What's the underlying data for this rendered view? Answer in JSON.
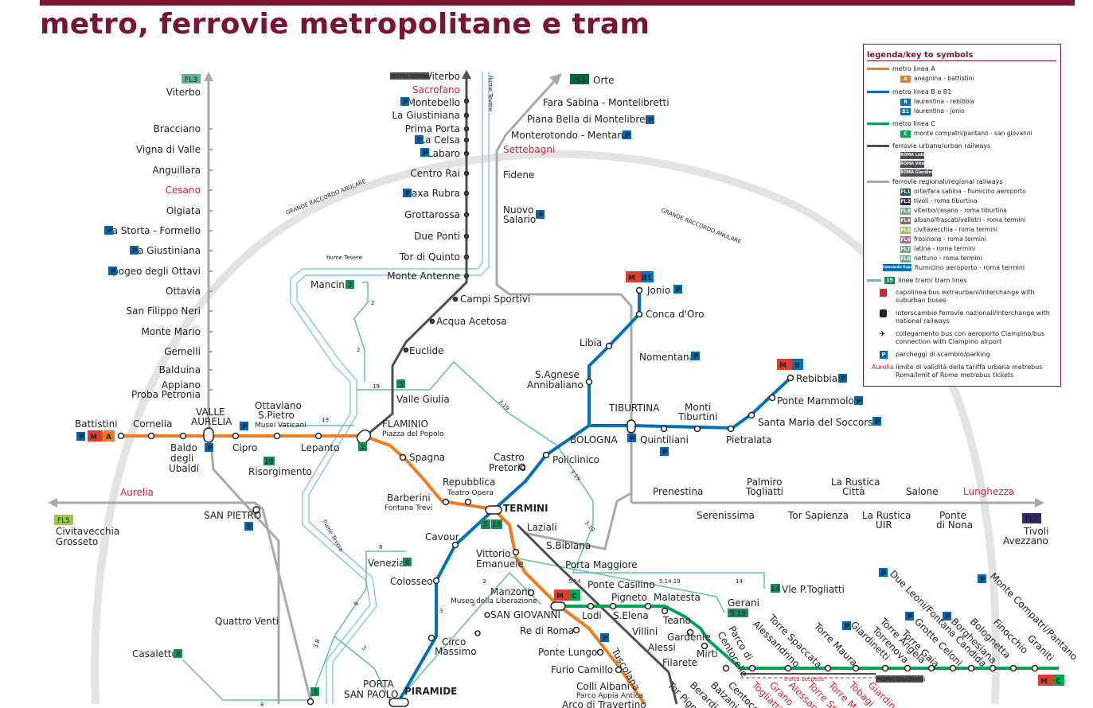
{
  "header": {
    "title": "metro, ferrovie metropolitane e tram"
  },
  "colors": {
    "brand": "#7a1530",
    "metro_a": "#f07c21",
    "metro_b": "#0072bc",
    "metro_c": "#00a651",
    "urban": "#4d4d52",
    "regional": "#a7a9ac",
    "tram": "#5ec3a1",
    "river": "#8cc8ea",
    "gra": "#e2e2e2",
    "parking": "#0069b4",
    "red_label": "#d9232d"
  },
  "gra_labels": {
    "left": "GRANDE RACCORDO ANULARE",
    "right": "GRANDE RACCORDO ANULARE"
  },
  "river_labels": [
    "fiume Tevere",
    "fiume Tevere",
    "fiume Tevere"
  ],
  "badges": {
    "fl1": "FL1",
    "fl2": "FL2",
    "fl3": "FL3",
    "fl5": "FL5",
    "ma": "A",
    "mb": "B",
    "mb1": "B1",
    "mc": "C",
    "m": "M",
    "p": "P",
    "roma_viterbo": "ROMA Viterbo",
    "roma_giardinetti": "ROMA Giardinetti",
    "tram_2": "2",
    "tram_3": "3",
    "tram_8": "8",
    "tram_19": "19",
    "tram_14": "14",
    "tram_5_19": "5 19",
    "tram_5": "5",
    "tram_514": "14"
  },
  "tram_route_labels": [
    "2",
    "2",
    "19",
    "19",
    "3.19",
    "3.19",
    "3.19",
    "5.14.19",
    "14",
    "5.14",
    "3",
    "3",
    "3",
    "8",
    "8",
    "3.8",
    "3",
    "8",
    "3"
  ],
  "stations_fl3": [
    "Viterbo",
    "Bracciano",
    "Vigna di Valle",
    "Anguillara",
    "Cesano",
    "Olgiata",
    "La Storta - Formello",
    "La Giustiniana",
    "Ipogeo degli Ottavi",
    "Ottavia",
    "San Filippo Neri",
    "Monte Mario",
    "Gemelli",
    "Balduina",
    "Appiano",
    "Proba Petronia"
  ],
  "stations_viterbo": [
    "Viterbo",
    "Sacrofano",
    "Montebello",
    "La Giustiniana",
    "Prima Porta",
    "La Celsa",
    "Labaro",
    "Centro Rai",
    "Saxa Rubra",
    "Grottarossa",
    "Due Ponti",
    "Tor di Quinto",
    "Monte Antenne",
    "Campi Sportivi",
    "Acqua Acetosa",
    "Euclide",
    "FLAMINIO",
    "Piazza del Popolo"
  ],
  "stations_fl1": [
    "Orte",
    "Fara Sabina - Montelibretti",
    "Piana Bella di Montelibretti",
    "Monterotondo - Mentana",
    "Settebagni",
    "Fidene",
    "Nuovo",
    "Salario",
    "Nomentana"
  ],
  "stations_a": [
    "Battistini",
    "Cornelia",
    "Baldo",
    "degli",
    "Ubaldi",
    "VALLE",
    "AURELIA",
    "Cipro",
    "Ottaviano",
    "S.Pietro",
    "Musei Vaticani",
    "Lepanto",
    "Spagna",
    "Barberini",
    "Fontana Trevi",
    "Repubblica",
    "Teatro Opera",
    "TERMINI",
    "Vittorio",
    "Emanuele",
    "Manzoni",
    "Museo della Liberazione",
    "SAN GIOVANNI",
    "Re di Roma",
    "Ponte Lungo",
    "Furio Camillo",
    "Colli Albani",
    "Parco Appia Antica",
    "Arco di Travertino",
    "Tuscolana"
  ],
  "stations_b": [
    "Jonio",
    "Conca d'Oro",
    "Libia",
    "S.Agnese",
    "Annibaliano",
    "BOLOGNA",
    "TIBURTINA",
    "Quintiliani",
    "Monti",
    "Tiburtini",
    "Pietralata",
    "Santa Maria del Soccorso",
    "Ponte Mammolo",
    "Rebibbia",
    "Policlinico",
    "Castro",
    "Pretorio",
    "Cavour",
    "Colosseo",
    "Circo",
    "Massimo",
    "PIRAMIDE"
  ],
  "stations_c": [
    "Lodi",
    "Pigneto",
    "Malatesta",
    "Teano",
    "Gardenie",
    "Mirti",
    "Parco di",
    "Centocelle",
    "Alessandrino",
    "Torre Spaccata",
    "Torre Maura",
    "Giardinetti",
    "Torrenova",
    "Torre Angela",
    "Torre Gaia",
    "Grotte Celoni",
    "Due Leoni/Fontana Candida",
    "Borghesiana",
    "Bolognetta",
    "Finocchio",
    "Graniti",
    "Monte Compatri/Pantano"
  ],
  "stations_other": [
    "Aurelia",
    "SAN PIETRO",
    "Civitavecchia",
    "Grosseto",
    "Quattro Venti",
    "Casaletto",
    "Mancini",
    "Risorgimento",
    "Valle Giulia",
    "Venezia",
    "PORTA",
    "SAN PAOLO",
    "Laziali",
    "S.Bibiana",
    "Porta Maggiore",
    "Ponte Casilino",
    "S.Elena",
    "Villini",
    "Alessi",
    "Filarete",
    "Gerani",
    "Vle P.Togliatti",
    "Prenestina",
    "Palmiro",
    "Togliatti",
    "La Rustica",
    "Città",
    "Salone",
    "Lunghezza",
    "Serenissima",
    "Tor Sapienza",
    "La Rustica",
    "UIR",
    "Ponte",
    "di Nona",
    "Tivoli",
    "Avezzano",
    "tratta sospesa"
  ],
  "stations_bottom": [
    "Tor Pign.",
    "Berardi",
    "Balzani",
    "Centocelle",
    "Togliatti",
    "Grano",
    "Alessandrino",
    "Torre Spaccata",
    "Torre Maura",
    "Tobagi",
    "Giardinetti"
  ],
  "legend": {
    "heading": "legenda/key to symbols",
    "metro_a": "metro linea A",
    "metro_a_sub": "anagnina - battistini",
    "metro_b": "metro linea B e B1",
    "metro_b_sub1": "laurentina - rebibbia",
    "metro_b_sub2": "laurentina - jonio",
    "metro_c": "metro linea C",
    "metro_c_sub": "monte compatri/pantano - san giovanni",
    "urban": "ferrovie urbane/urban railways",
    "urban_1": "ROMA Lido",
    "urban_2": "ROMA Viterbo",
    "urban_3": "ROMA Giardinetti",
    "regional": "ferrovie regionali/regional railways",
    "fl": [
      {
        "code": "FL1",
        "text": "orte/fara sabina - fiumicino aeroporto",
        "color": "#006b3a"
      },
      {
        "code": "FL2",
        "text": "tivoli - roma tiburtina",
        "color": "#2e2a6b"
      },
      {
        "code": "FL3",
        "text": "viterbo/cesano - roma tiburtina",
        "color": "#5fb28e"
      },
      {
        "code": "FL4",
        "text": "albano/frascati/velletri - roma termini",
        "color": "#8d6a4e"
      },
      {
        "code": "FL5",
        "text": "civitavecchia - roma termini",
        "color": "#9acd32"
      },
      {
        "code": "FL6",
        "text": "frosinone - roma termini",
        "color": "#d150a8"
      },
      {
        "code": "FL7",
        "text": "latina - roma termini",
        "color": "#5fb28e"
      },
      {
        "code": "FL8",
        "text": "nettuno - roma termini",
        "color": "#5fb28e"
      }
    ],
    "airport": "fiumicino aeroporto - roma termini",
    "airport_badge": "Leonardo Express",
    "tram": "linee tram/ tram lines",
    "tram_badge": "19",
    "bus": "capolinea bus extraurbani/interchange with",
    "bus2": "suburban buses",
    "rail": "interscambio ferrovie nazionali/interchange with",
    "rail2": "national railways",
    "air": "collegamento bus con aeroporto Ciampino/bus",
    "air2": "connection with Ciampino airport",
    "park": "parcheggi di scambio/parking",
    "aurelia": "Aurelia",
    "limit": "limite di validità della tariffa urbana metrebus",
    "limit2": "Roma/limit of Rome metrebus tickets"
  }
}
